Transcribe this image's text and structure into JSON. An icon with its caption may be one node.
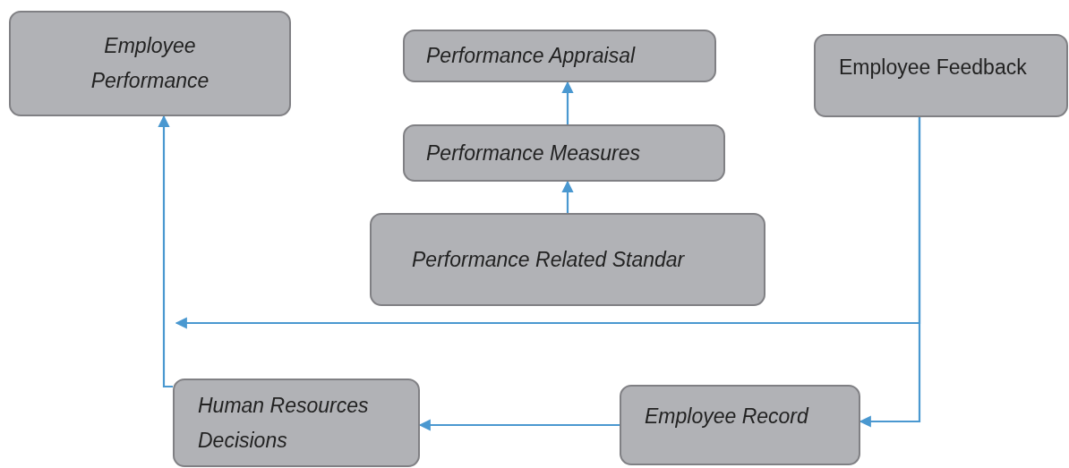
{
  "diagram": {
    "nodes": [
      {
        "text": [
          "Employee Performance"
        ]
      },
      {
        "text": [
          "Performance Appraisal"
        ]
      },
      {
        "text": [
          "Performance Measures"
        ]
      },
      {
        "text": [
          "Performance Related Standar"
        ]
      },
      {
        "text": [
          "Employee Feedback"
        ]
      },
      {
        "text": [
          "Human Resources Decisions"
        ]
      },
      {
        "text": [
          "Employee Record"
        ]
      }
    ],
    "edges": [
      {
        "from": 3,
        "to": 2,
        "arrow": "to"
      },
      {
        "from": 2,
        "to": 1,
        "arrow": "to"
      },
      {
        "from": 4,
        "to": 6,
        "arrow": "to"
      },
      {
        "from": 4,
        "to": null,
        "arrow": "to"
      },
      {
        "from": 6,
        "to": 5,
        "arrow": "to"
      },
      {
        "from": 5,
        "to": 0,
        "arrow": "to"
      }
    ]
  }
}
